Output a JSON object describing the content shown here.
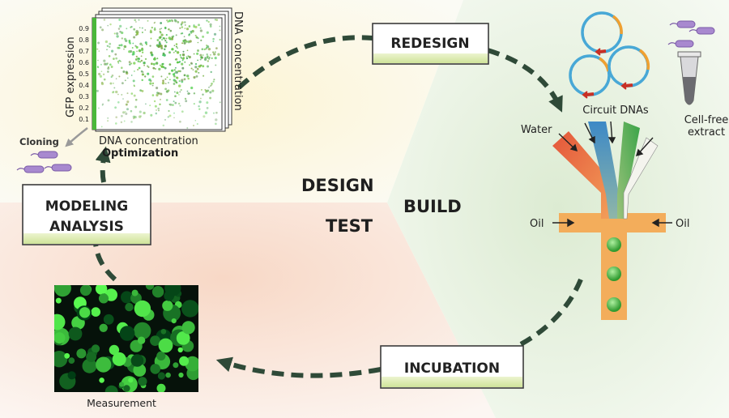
{
  "quadrants": {
    "design": "DESIGN",
    "build": "BUILD",
    "test": "TEST"
  },
  "boxes": {
    "redesign": "REDESIGN",
    "modeling_line1": "MODELING",
    "modeling_line2": "ANALYSIS",
    "incubation": "INCUBATION"
  },
  "plot": {
    "y_label": "GFP expression",
    "x_label": "DNA concentration",
    "z_label": "DNA concentration",
    "y_ticks": [
      "0.9",
      "0.8",
      "0.7",
      "0.6",
      "0.5",
      "0.4",
      "0.3",
      "0.2",
      "0.1"
    ],
    "caption": "Optimization"
  },
  "labels": {
    "cloning": "Cloning",
    "circuit_dnas": "Circuit DNAs",
    "water": "Water",
    "cell_free_line1": "Cell-free",
    "cell_free_line2": "extract",
    "oil_left": "Oil",
    "oil_right": "Oil",
    "measurement": "Measurement"
  },
  "colors": {
    "arrow": "#2f4a38",
    "design_bg": "#fdf6d8",
    "build_bg": "#e3efd9",
    "test_bg": "#f8dccb",
    "box_band": "#d8e9a4",
    "gfp_green": "#4ab83a",
    "channel_orange": "#f3ad5b",
    "channel_red": "#e04f36",
    "channel_blue": "#3d89c6",
    "channel_green": "#4dac47",
    "plasmid_blue": "#48a8d6",
    "plasmid_orange": "#f0a030",
    "plasmid_red": "#c83025",
    "bacteria_purple": "#9b7bc4"
  }
}
